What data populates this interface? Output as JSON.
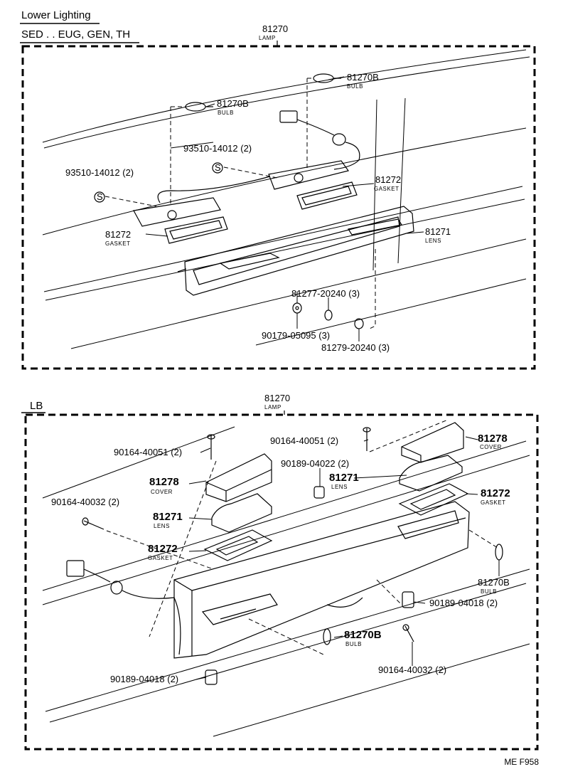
{
  "header": {
    "section_title": "Lower Lighting",
    "variant_top": "SED . . EUG, GEN, TH",
    "variant_bottom": "LB"
  },
  "top_assembly": {
    "lamp_no": "81270",
    "lamp_label": "LAMP",
    "parts": [
      {
        "no": "81270B",
        "label": "BULB"
      },
      {
        "no": "81270B",
        "label": "BULB"
      },
      {
        "no": "93510-14012 (2)",
        "label": ""
      },
      {
        "no": "93510-14012 (2)",
        "label": ""
      },
      {
        "no": "81272",
        "label": "GASKET"
      },
      {
        "no": "81272",
        "label": "GASKET"
      },
      {
        "no": "81271",
        "label": "LENS"
      },
      {
        "no": "81277-20240 (3)",
        "label": ""
      },
      {
        "no": "90179-05095 (3)",
        "label": ""
      },
      {
        "no": "81279-20240 (3)",
        "label": ""
      }
    ]
  },
  "bottom_assembly": {
    "lamp_no": "81270",
    "lamp_label": "LAMP",
    "parts": [
      {
        "no": "90164-40051 (2)",
        "label": ""
      },
      {
        "no": "90164-40051 (2)",
        "label": ""
      },
      {
        "no": "81278",
        "label": "COVER"
      },
      {
        "no": "81278",
        "label": "COVER"
      },
      {
        "no": "90189-04022 (2)",
        "label": ""
      },
      {
        "no": "81271",
        "label": "LENS"
      },
      {
        "no": "81271",
        "label": "LENS"
      },
      {
        "no": "90164-40032 (2)",
        "label": ""
      },
      {
        "no": "81272",
        "label": "GASKET"
      },
      {
        "no": "81272",
        "label": "GASKET"
      },
      {
        "no": "81270B",
        "label": "BULB"
      },
      {
        "no": "81270B",
        "label": "BULB"
      },
      {
        "no": "90189-04018 (2)",
        "label": ""
      },
      {
        "no": "90189-04018 (2)",
        "label": ""
      },
      {
        "no": "90164-40032 (2)",
        "label": ""
      }
    ]
  },
  "footer": {
    "code": "ME F958"
  }
}
